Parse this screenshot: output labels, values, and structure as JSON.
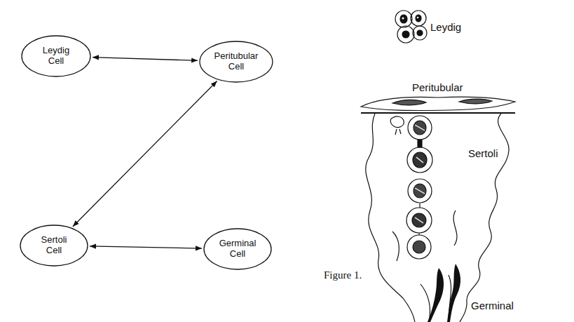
{
  "diagram": {
    "caption": "Figure 1.",
    "nodes": [
      {
        "text": [
          "Leydig Cell"
        ]
      },
      {
        "text": [
          "Peritubular Cell"
        ]
      },
      {
        "text": [
          "Sertoli Cell"
        ]
      },
      {
        "text": [
          "Germinal Cell"
        ]
      }
    ],
    "edges": [
      {
        "from": 0,
        "to": 1,
        "arrow": "both"
      },
      {
        "from": 1,
        "to": 2,
        "arrow": "both"
      },
      {
        "from": 2,
        "to": 3,
        "arrow": "both"
      }
    ],
    "labels": [
      "Leydig",
      "Peritubular",
      "Sertoli",
      "Germinal"
    ]
  }
}
